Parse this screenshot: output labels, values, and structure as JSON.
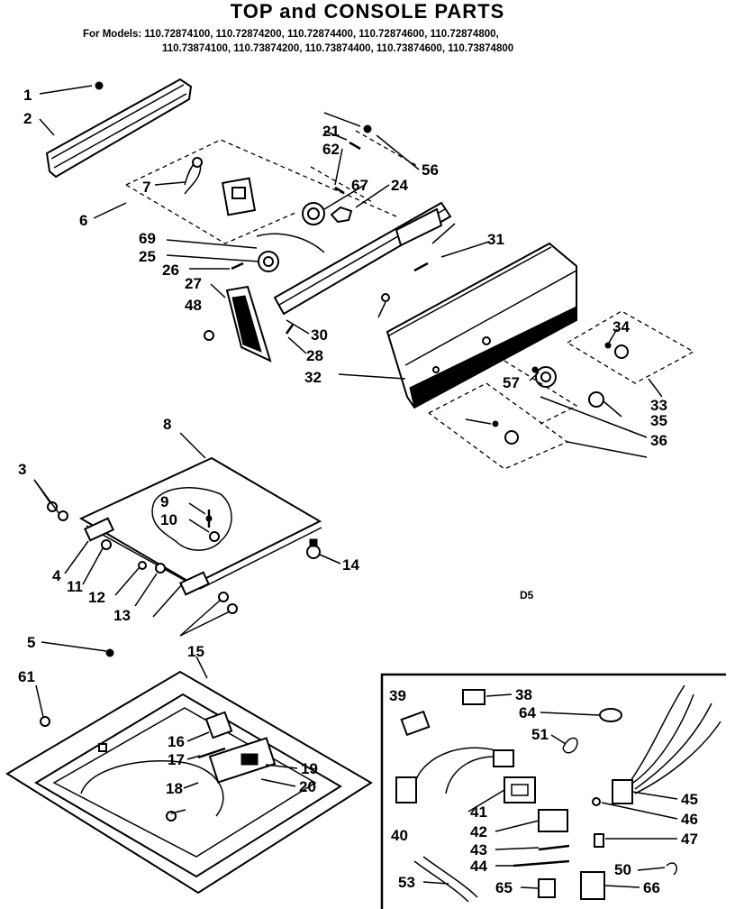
{
  "header": {
    "title": "TOP and CONSOLE PARTS",
    "models_prefix": "For Models:",
    "models_line1": "110.72874100, 110.72874200, 110.72874400, 110.72874600, 110.72874800,",
    "models_line2": "110.73874100, 110.73874200, 110.73874400, 110.73874600, 110.73874800"
  },
  "diagram_code": "D5",
  "callouts": [
    "1",
    "2",
    "6",
    "7",
    "62",
    "67",
    "24",
    "21",
    "56",
    "69",
    "25",
    "26",
    "27",
    "48",
    "30",
    "28",
    "31",
    "32",
    "34",
    "57",
    "33",
    "35",
    "36",
    "8",
    "3",
    "9",
    "10",
    "4",
    "11",
    "12",
    "13",
    "14",
    "5",
    "61",
    "15",
    "16",
    "17",
    "18",
    "19",
    "20",
    "39",
    "38",
    "64",
    "51",
    "45",
    "46",
    "47",
    "40",
    "41",
    "42",
    "43",
    "44",
    "50",
    "53",
    "65",
    "66"
  ]
}
